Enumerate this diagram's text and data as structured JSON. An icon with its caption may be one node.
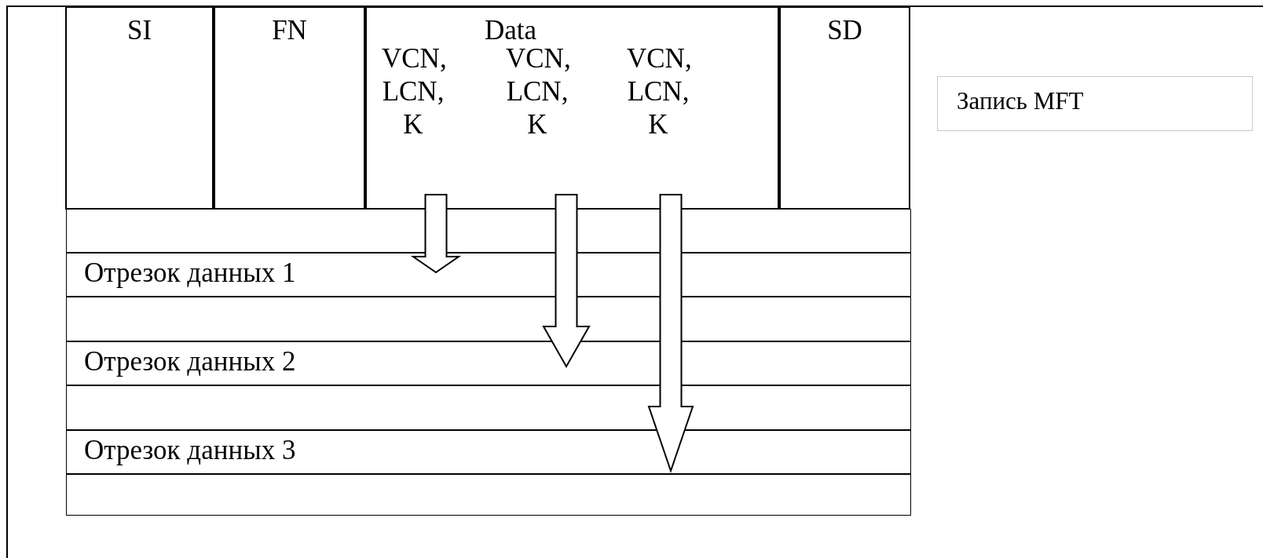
{
  "diagram": {
    "nodes": [
      {
        "text": [
          "SI"
        ]
      },
      {
        "text": [
          "FN"
        ]
      },
      {
        "text": [
          "Data"
        ]
      },
      {
        "text": [
          "VCN, LCN, K"
        ],
        "in": 2
      },
      {
        "text": [
          "VCN, LCN, K"
        ],
        "in": 2
      },
      {
        "text": [
          "VCN, LCN, K"
        ],
        "in": 2
      },
      {
        "text": [
          "SD"
        ]
      },
      {
        "text": [
          "Запись MFT"
        ]
      },
      {
        "text": [],
        "shape": "bar"
      },
      {
        "text": [
          "Отрезок данных 1"
        ]
      },
      {
        "text": [],
        "shape": "bar"
      },
      {
        "text": [
          "Отрезок данных 2"
        ]
      },
      {
        "text": [],
        "shape": "bar"
      },
      {
        "text": [
          "Отрезок данных 3"
        ]
      },
      {
        "text": [],
        "shape": "bar"
      }
    ],
    "edges": [
      {
        "from": 3,
        "to": 9,
        "arrow": "to",
        "style": "thick"
      },
      {
        "from": 4,
        "to": 11,
        "arrow": "to",
        "style": "thick"
      },
      {
        "from": 5,
        "to": 13,
        "arrow": "to",
        "style": "thick"
      }
    ]
  }
}
